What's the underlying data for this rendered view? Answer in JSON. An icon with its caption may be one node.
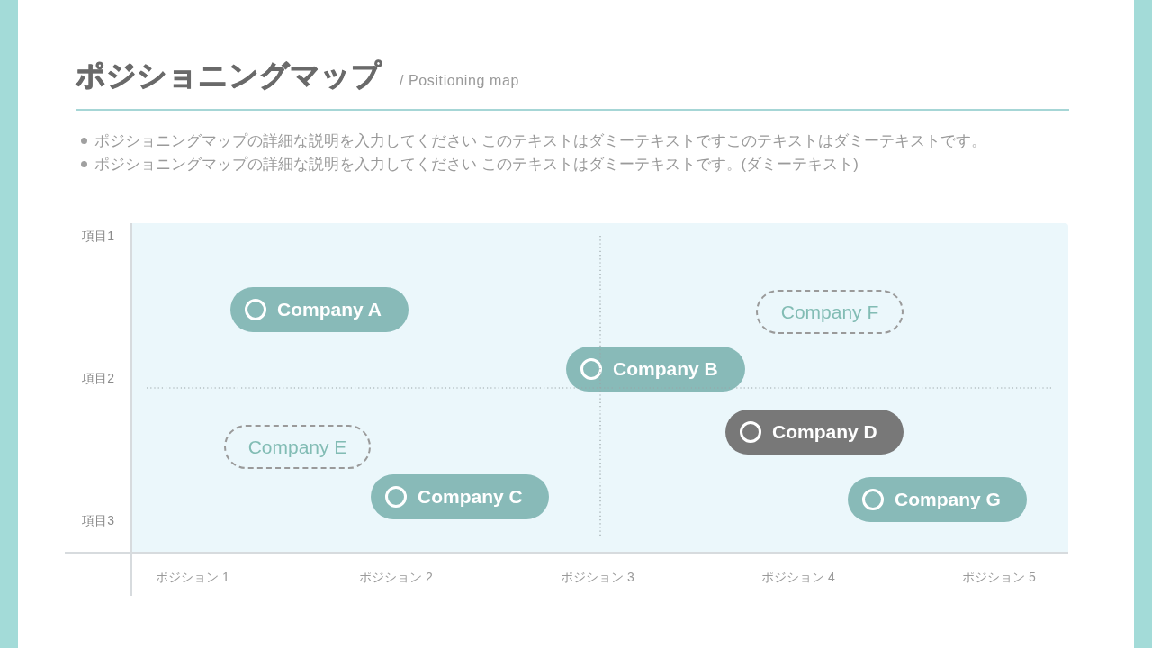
{
  "diagram": {
    "title": "ポジショニングマップ",
    "nodes": [
      {
        "text": [
          "Company A"
        ]
      },
      {
        "text": [
          "Company F"
        ]
      },
      {
        "text": [
          "Company B"
        ]
      },
      {
        "text": [
          "Company D"
        ]
      },
      {
        "text": [
          "Company E"
        ]
      },
      {
        "text": [
          "Company C"
        ]
      },
      {
        "text": [
          "Company G"
        ]
      }
    ],
    "labels": [
      "/ Positioning map",
      "ポジショニングマップの詳細な説明を入力してください このテキストはダミーテキストですこのテキストはダミーテキストです。",
      "ポジショニングマップの詳細な説明を入力してください このテキストはダミーテキストです。(ダミーテキスト)",
      "項目1",
      "項目2",
      "項目3",
      "ポジション 1",
      "ポジション 2",
      "ポジション 3",
      "ポジション 4",
      "ポジション 5"
    ]
  }
}
